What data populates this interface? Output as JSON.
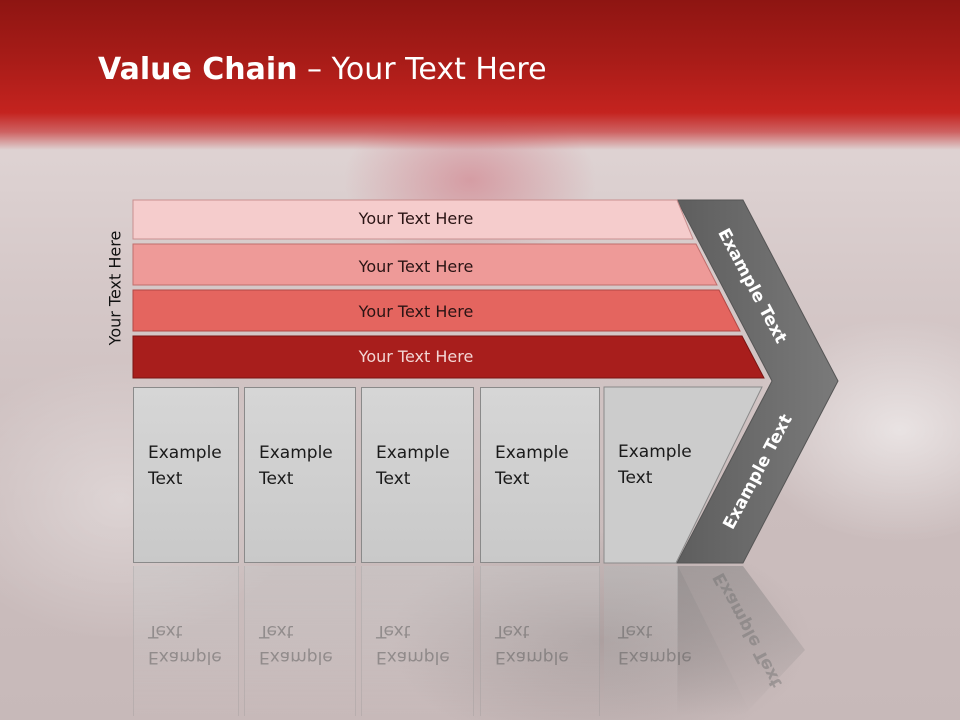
{
  "title": {
    "bold": "Value Chain",
    "rest": " – Your Text Here"
  },
  "side_label": "Your Text Here",
  "bands": [
    {
      "label": "Your Text Here",
      "color": "#f5cccc"
    },
    {
      "label": "Your Text Here",
      "color": "#ee9a98"
    },
    {
      "label": "Your Text Here",
      "color": "#e4655f"
    },
    {
      "label": "Your Text Here",
      "color": "#a81e1c"
    }
  ],
  "boxes": [
    {
      "line1": "Example",
      "line2": "Text"
    },
    {
      "line1": "Example",
      "line2": "Text"
    },
    {
      "line1": "Example",
      "line2": "Text"
    },
    {
      "line1": "Example",
      "line2": "Text"
    },
    {
      "line1": "Example",
      "line2": "Text"
    }
  ],
  "chevron": {
    "top_label": "Example Text",
    "bottom_label": "Example Text",
    "color": "#6f6f6f"
  }
}
